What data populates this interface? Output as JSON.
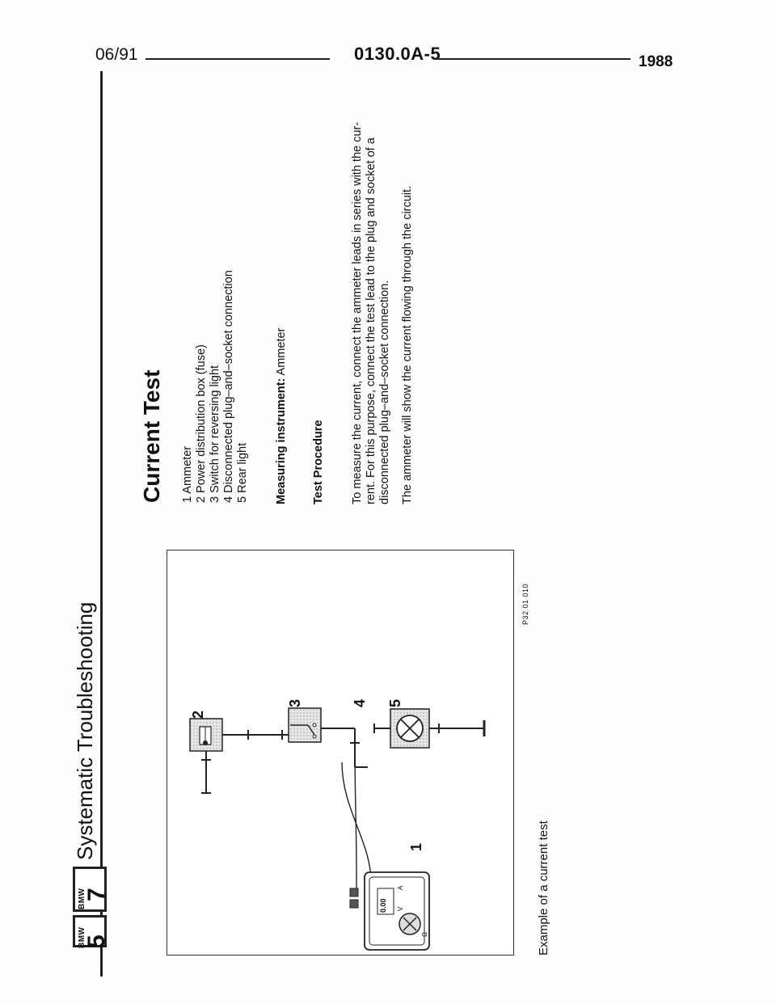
{
  "header": {
    "date": "06/91",
    "code": "0130.0A-5",
    "year": "1988"
  },
  "logos": [
    {
      "brand": "BMW",
      "number": "5"
    },
    {
      "brand": "BMW",
      "number": "7"
    }
  ],
  "section_title": "Systematic Troubleshooting",
  "heading": "Current Test",
  "legend": [
    "1 Ammeter",
    "2 Power distribution box (fuse)",
    "3 Switch for reversing light",
    "4 Disconnected plug–and–socket connection",
    "5 Rear light"
  ],
  "measuring": {
    "label": "Measuring instrument:",
    "value": "Ammeter"
  },
  "procedure_heading": "Test Procedure",
  "procedure_lines": [
    "To measure the current, connect the ammeter leads in series with the cur-",
    "rent. For this purpose, connect the test lead to the plug and socket of a",
    "disconnected plug–and–socket connection."
  ],
  "result_line": "The ammeter will show the current flowing through the circuit.",
  "figure": {
    "code": "P32 01 010",
    "caption": "Example of a current test",
    "callouts": [
      "1",
      "2",
      "3",
      "4",
      "5"
    ],
    "meter_display": "0.00",
    "meter_labels": [
      "V",
      "A",
      "Ω"
    ]
  },
  "colors": {
    "ink": "#111111",
    "shade": "#d0d0d0"
  }
}
